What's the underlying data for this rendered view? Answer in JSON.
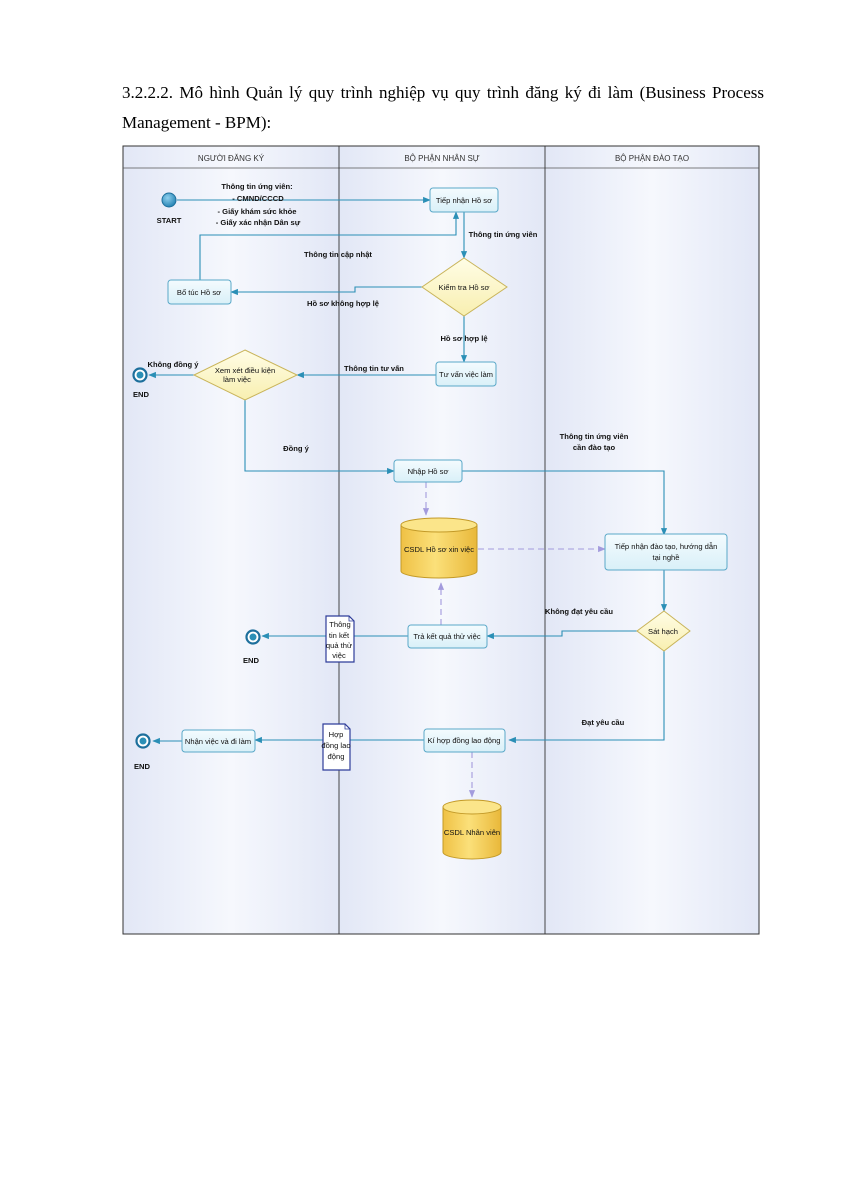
{
  "heading": "3.2.2.2. Mô hình Quản lý quy trình nghiệp vụ quy trình đăng ký đi làm (Business Process Management - BPM):",
  "lanes": {
    "l1": "NGƯỜI ĐĂNG KÝ",
    "l2": "BỘ PHẬN NHÂN SỰ",
    "l3": "BỘ PHẬN ĐÀO TẠO"
  },
  "events": {
    "start": "START",
    "end1": "END",
    "end2": "END",
    "end3": "END"
  },
  "tasks": {
    "tiep_nhan_ho_so": "Tiếp nhận Hồ sơ",
    "bo_tuc_ho_so": "Bổ túc Hồ sơ",
    "tu_van_viec_lam": "Tư vấn việc làm",
    "nhap_ho_so": "Nhập Hồ sơ",
    "tiep_nhan_dao_tao_1": "Tiếp nhận đào tạo, hướng dẫn",
    "tiep_nhan_dao_tao_2": "tại nghề",
    "tra_ket_qua": "Trả kết quả thử việc",
    "ki_hop_dong": "Kí hợp đồng lao động",
    "nhan_viec": "Nhận việc và đi làm"
  },
  "gateways": {
    "kiem_tra_ho_so": "Kiểm tra Hồ sơ",
    "xem_xet_1": "Xem xét điều kiện",
    "xem_xet_2": "làm việc",
    "sat_hach": "Sát hạch"
  },
  "databases": {
    "csdl_ho_so": "CSDL Hồ sơ xin việc",
    "csdl_nhan_vien": "CSDL Nhân viên"
  },
  "documents": {
    "tb_l1": "Thông",
    "tb_l2": "tin kết",
    "tb_l3": "quả thử",
    "tb_l4": "việc",
    "hd_l1": "Hợp",
    "hd_l2": "đồng lao",
    "hd_l3": "động"
  },
  "labels": {
    "tt_ung_vien_l1": "Thông tin ứng viên:",
    "tt_ung_vien_l2": "- CMND/CCCD",
    "tt_ung_vien_l3": "- Giấy khám sức khỏe",
    "tt_ung_vien_l4": "- Giấy xác nhận Dân sự",
    "thong_tin_ung_vien": "Thông tin ứng viên",
    "thong_tin_cap_nhat": "Thông tin cập nhật",
    "ho_so_khong_hop_le": "Hồ sơ không hợp lệ",
    "ho_so_hop_le": "Hồ sơ hợp lệ",
    "thong_tin_tu_van": "Thông tin tư vấn",
    "khong_dong_y": "Không đồng ý",
    "dong_y": "Đồng ý",
    "tt_dao_tao_l1": "Thông tin ứng viên",
    "tt_dao_tao_l2": "cần đào tạo",
    "khong_dat": "Không đạt yêu cầu",
    "dat_yeu_cau": "Đạt yêu cầu"
  },
  "colors": {
    "lane_bg": "#e8ecf8",
    "task_fill": "#e6f6fb",
    "task_stroke": "#5aa8c8",
    "gateway_fill": "#fdf8cf",
    "gateway_stroke": "#c9b45a",
    "db_fill": "#f6d25e",
    "flow": "#2b8fb6",
    "association": "#9b93d8"
  }
}
